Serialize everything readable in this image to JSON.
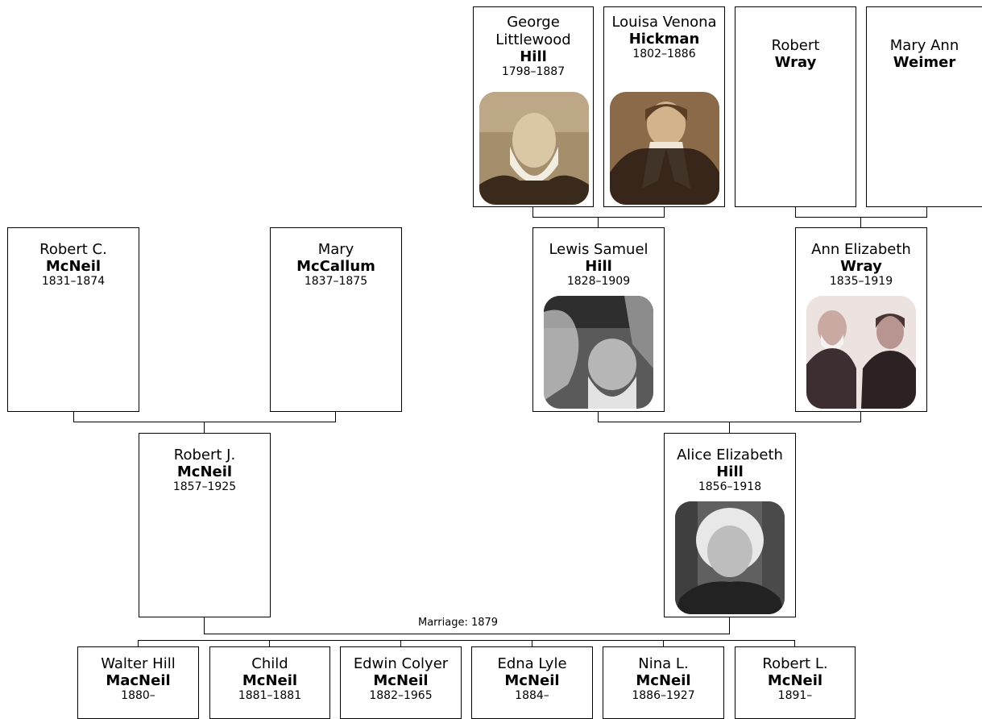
{
  "people": {
    "george": {
      "given": "George Littlewood",
      "surname": "Hill",
      "dates": "1798–1887"
    },
    "louisa": {
      "given": "Louisa Venona",
      "surname": "Hickman",
      "dates": "1802–1886"
    },
    "robert_wray": {
      "given": "Robert",
      "surname": "Wray",
      "dates": ""
    },
    "mary_ann": {
      "given": "Mary Ann",
      "surname": "Weimer",
      "dates": ""
    },
    "robert_c": {
      "given": "Robert C.",
      "surname": "McNeil",
      "dates": "1831–1874"
    },
    "mary": {
      "given": "Mary",
      "surname": "McCallum",
      "dates": "1837–1875"
    },
    "lewis": {
      "given": "Lewis Samuel",
      "surname": "Hill",
      "dates": "1828–1909"
    },
    "ann": {
      "given": "Ann Elizabeth",
      "surname": "Wray",
      "dates": "1835–1919"
    },
    "robert_j": {
      "given": "Robert J.",
      "surname": "McNeil",
      "dates": "1857–1925"
    },
    "alice": {
      "given": "Alice Elizabeth",
      "surname": "Hill",
      "dates": "1856–1918"
    }
  },
  "marriage_label": "Marriage: 1879",
  "children": [
    {
      "given": "Walter Hill",
      "surname": "MacNeil",
      "dates": "1880–"
    },
    {
      "given": "Child",
      "surname": "McNeil",
      "dates": "1881–1881"
    },
    {
      "given": "Edwin Colyer",
      "surname": "McNeil",
      "dates": "1882–1965"
    },
    {
      "given": "Edna Lyle",
      "surname": "McNeil",
      "dates": "1884–"
    },
    {
      "given": "Nina L.",
      "surname": "McNeil",
      "dates": "1886–1927"
    },
    {
      "given": "Robert L.",
      "surname": "McNeil",
      "dates": "1891–"
    }
  ]
}
